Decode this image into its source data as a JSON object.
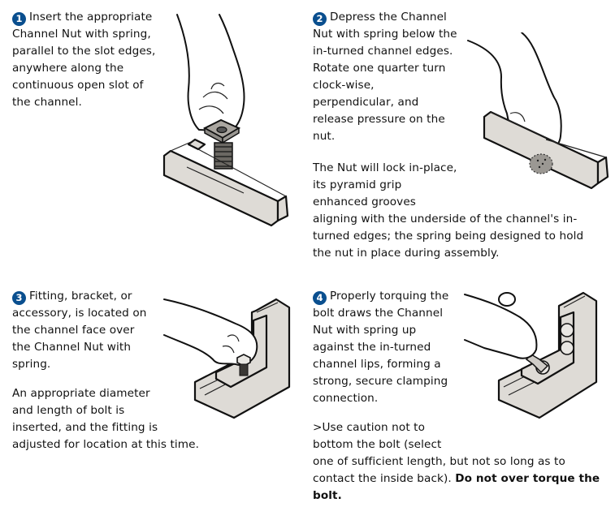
{
  "steps": [
    {
      "number": "1",
      "lines": [
        "Insert the appropriate",
        "Channel Nut with spring,",
        "parallel to the slot edges,",
        "anywhere along the",
        "continuous open slot of",
        "the channel."
      ]
    },
    {
      "number": "2",
      "lines": [
        "Depress the Channel",
        "Nut with spring below the",
        "in-turned channel edges.",
        "Rotate one quarter turn",
        "clock-wise,",
        "perpendicular, and",
        "release pressure on the",
        "nut."
      ],
      "note_lines": [
        "The Nut will lock in-place,",
        "its pyramid grip",
        "enhanced grooves",
        "aligning with the underside of the channel's in-",
        "turned edges; the spring being designed to hold",
        "the nut in place during assembly."
      ]
    },
    {
      "number": "3",
      "lines": [
        "Fitting, bracket, or",
        "accessory, is located on",
        "the channel face over",
        "the Channel Nut with",
        "spring."
      ],
      "note_lines": [
        "An appropriate diameter",
        "and length of bolt is",
        "inserted, and the fitting is",
        "adjusted for location at this time."
      ]
    },
    {
      "number": "4",
      "lines": [
        "Properly torquing the",
        "bolt draws the Channel",
        "Nut with spring up",
        "against the in-turned",
        "channel lips, forming a",
        "strong, secure clamping",
        "connection."
      ],
      "note_lines": [
        ">Use caution not to",
        "bottom the bolt (select",
        "one of sufficient length, but not so long as to"
      ],
      "note_last_plain": "contact the inside back). ",
      "note_last_bold": "Do not over torque the",
      "note_final_bold": "bolt."
    }
  ],
  "colors": {
    "badge": "#0a4f8f",
    "channel": "#dedbd6"
  }
}
